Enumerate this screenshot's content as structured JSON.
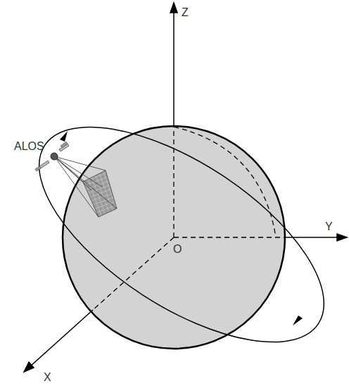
{
  "diagram": {
    "labels": [
      "Z",
      "Y",
      "X",
      "O",
      "ALOS"
    ]
  }
}
